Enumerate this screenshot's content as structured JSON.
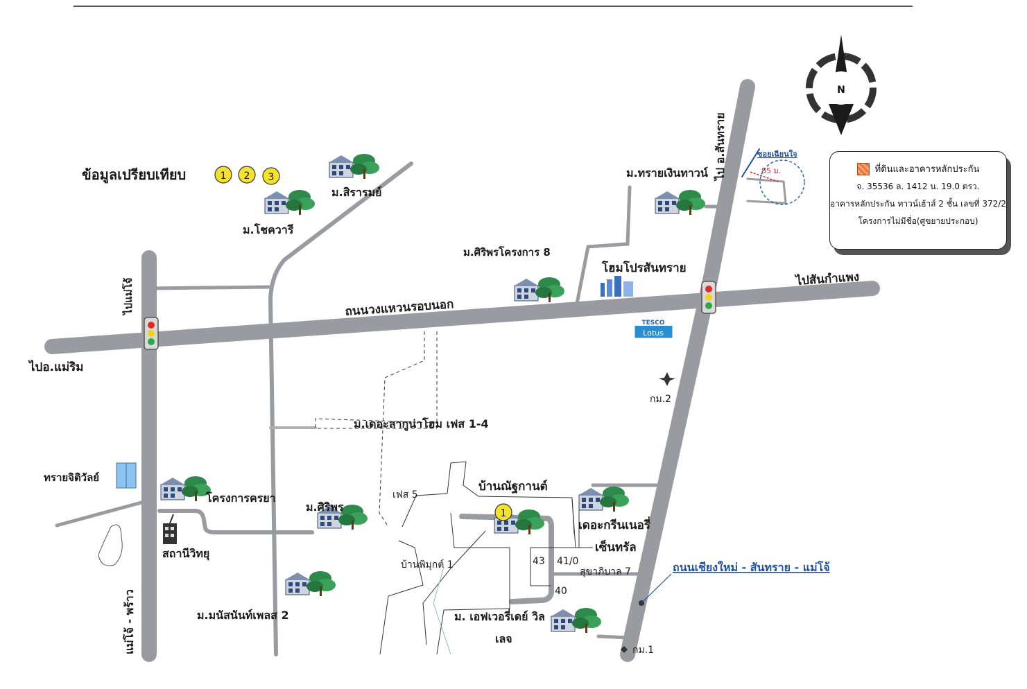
{
  "map": {
    "compare_title": "ข้อมูลเปรียบเทียบ",
    "compare_numbers": [
      "1",
      "2",
      "3"
    ],
    "north_label": "N",
    "legend": {
      "title": "ที่ดินและอาคารหลักประกัน",
      "line1": "จ. 35536 ล. 1412 น. 19.0 ตรว.",
      "line2": "อาคารหลักประกัน ทาวน์เฮ้าส์ 2 ชั้น เลขที่ 372/2",
      "line3": "โครงการไม่มีชื่อ(ศูขยายประกอบ)"
    },
    "roads": {
      "ring_road": "ถนนวงแหวนรอบนอก",
      "to_mae_rim": "ไปอ.แม่ริม",
      "to_san_kamphaeng": "ไปสันกำแพง",
      "to_san_sai": "ไป อ.สันทราย",
      "to_mae_jo_top": "ไปแม่โจ้",
      "mae_jo_phrao": "แม่โจ้ - พร้าว",
      "chiang_mai_san_sai": "ถนนเชียงใหม่ - สันทราย - แม่โจ้",
      "soi_label": "ซอยเฉียนใจ",
      "distance": "85 ม."
    },
    "places": {
      "sirarom": "ม.สิรารมย์",
      "chotwaree": "ม.โชควารี",
      "sai_ngoen": "ม.ทรายเงินทาวน์",
      "siriporn8": "ม.ศิริพรโครงการ 8",
      "homepro": "โฮมโปรสันทราย",
      "tesco_top": "TESCO",
      "tesco_bottom": "Lotus",
      "km2": "กม.2",
      "km1": "กม.1",
      "lagoon": "ม.เดอะลากูน่าโฮม เฟส 1-4",
      "phase5": "เฟส 5",
      "sai_jiti": "ทรายจิติวัลย์",
      "kornya": "โครงการครยา",
      "siriporn": "ม.ศิริพร",
      "radio": "สถานีวิทยุ",
      "ban_nanthakan": "บ้านณัฐกานต์",
      "green_central_1": "เดอะกรีนเนอรี่",
      "green_central_2": "เซ็นทรัล",
      "ban_phimuk": "บ้านพิมุกต์ 1",
      "manat": "ม.มนัสนันท์เพลส 2",
      "everyday_1": "ม. เอฟเวอรี่เดย์ วิล",
      "everyday_2": "เลจ",
      "sukhaphiban": "สุขาภิบาล 7",
      "subject_number": "1",
      "plot_43": "43",
      "plot_410": "41/0",
      "plot_40": "40"
    },
    "colors": {
      "road": "#9a9ba0",
      "marker_fill": "#f4e32a",
      "traffic_red": "#e02a2a",
      "traffic_yellow": "#f2d21b",
      "traffic_green": "#2aa84a",
      "road_label_blue": "#1f4fa0"
    },
    "icons": [
      "north-compass-icon",
      "traffic-light-icon",
      "village-icon",
      "tesco-lotus-logo",
      "building-icon",
      "radio-tower-icon",
      "km-marker-icon"
    ]
  }
}
